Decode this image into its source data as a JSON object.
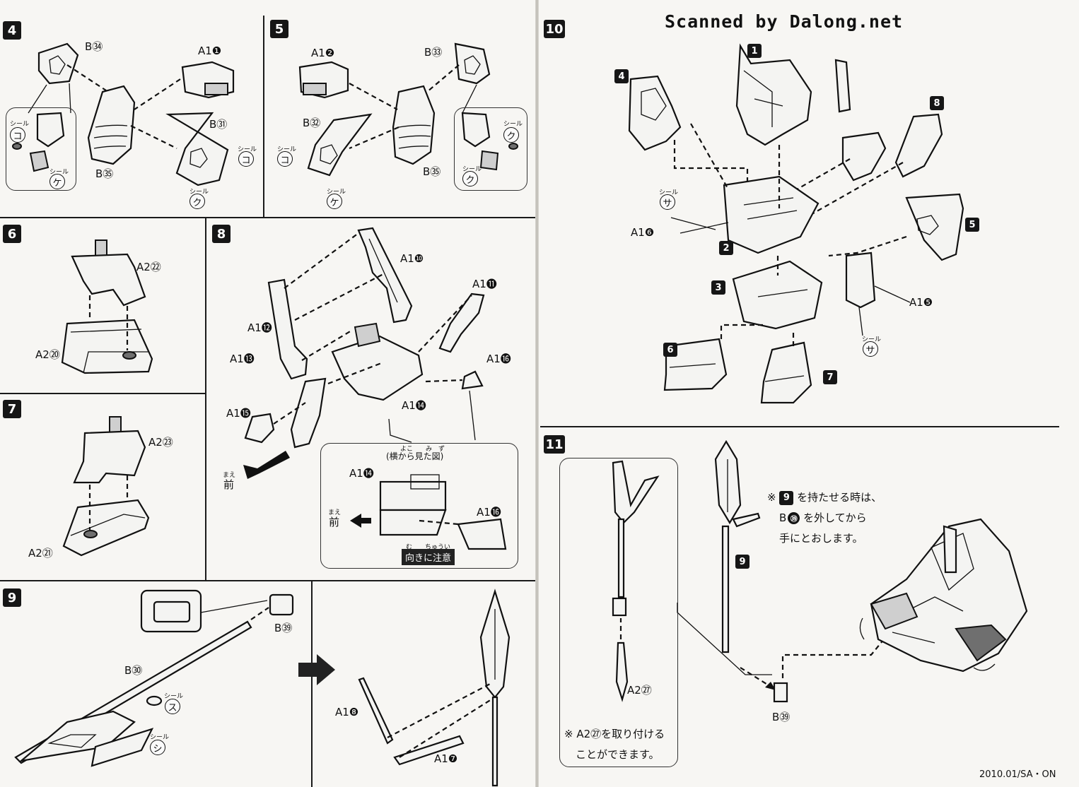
{
  "header": {
    "scan_credit": "Scanned by Dalong.net"
  },
  "footer": {
    "code": "2010.01/SA・ON"
  },
  "seal_word": "シール",
  "steps": {
    "s4": {
      "num": "4",
      "b34": "B㉞",
      "a1_1": "A1❶",
      "b31": "B㉛",
      "b35": "B㉟",
      "seal_ko": "コ",
      "seal_ke": "ケ",
      "seal_ku": "ク"
    },
    "s5": {
      "num": "5",
      "a1_2": "A1❷",
      "b33": "B㉝",
      "b32": "B㉜",
      "b35": "B㉟",
      "seal_ko": "コ",
      "seal_ke": "ケ",
      "seal_ku": "ク"
    },
    "s6": {
      "num": "6",
      "a2_22": "A2㉒",
      "a2_20": "A2⑳"
    },
    "s7": {
      "num": "7",
      "a2_23": "A2㉓",
      "a2_21": "A2㉑"
    },
    "s8": {
      "num": "8",
      "a1_10": "A1❿",
      "a1_11": "A1⓫",
      "a1_12": "A1⓬",
      "a1_13": "A1⓭",
      "a1_14": "A1⓮",
      "a1_15": "A1⓯",
      "a1_16": "A1⓰",
      "front": "前",
      "front_ruby": "まえ",
      "side_view": "(横から見た図)",
      "side_ruby": "よこ　　み　ず",
      "inset_a1_14": "A1⓮",
      "inset_a1_16": "A1⓰",
      "inset_front": "前",
      "caution": "向きに注意",
      "caution_ruby": "む　　ちゅうい"
    },
    "s9": {
      "num": "9",
      "b39": "B㊴",
      "b30": "B㉚",
      "seal_su": "ス",
      "seal_shi": "シ",
      "a1_8": "A1❽",
      "a1_7": "A1❼"
    },
    "s10": {
      "num": "10",
      "p1": "1",
      "p2": "2",
      "p3": "3",
      "p4": "4",
      "p5": "5",
      "p6": "6",
      "p7": "7",
      "p8": "8",
      "a1_6": "A1❻",
      "a1_5": "A1❺",
      "seal_sa_1": "サ",
      "seal_sa_2": "サ"
    },
    "s11": {
      "num": "11",
      "p9a": "9",
      "p9b": "9",
      "a2_27": "A2㉗",
      "b39": "B㊴",
      "note_inset_1": "※ A2㉗を取り付ける",
      "note_inset_2": "ことができます。",
      "note_1": "を持たせる時は、",
      "note_1_prefix": "※",
      "note_1_num": "9",
      "note_2": "を外してから",
      "note_2_prefix": "B",
      "note_2_num": "㊴",
      "note_3": "手にとおします。"
    }
  }
}
